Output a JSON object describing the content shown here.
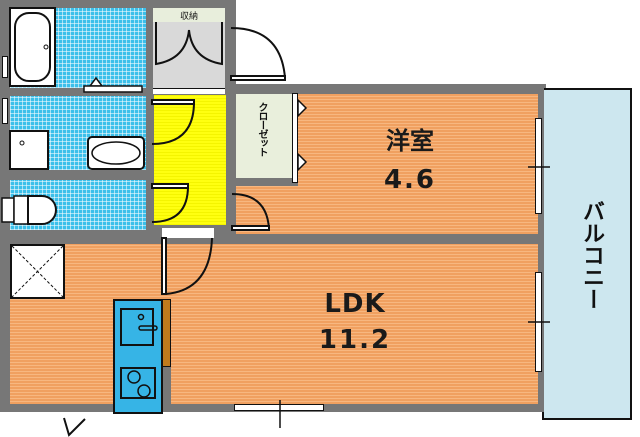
{
  "floorplan": {
    "rooms": {
      "western_room": {
        "name": "洋室",
        "size": "4.6"
      },
      "ldk": {
        "name": "LDK",
        "size": "11.2"
      },
      "balcony": {
        "name": "バルコニー"
      },
      "closet": {
        "name": "クローゼット"
      },
      "storage": {
        "name": "収納"
      }
    },
    "colors": {
      "wall": "#777777",
      "wood_floor": "#f2a66a",
      "tile_floor": "#3cc0ea",
      "hallway": "#ffff00",
      "balcony": "#cde7ef",
      "storage": "#d9d9d9",
      "closet": "#e9efdc",
      "kitchen": "#36b4e6",
      "kitchen_board": "#c07a1c"
    },
    "fixtures": [
      "bathtub-icon",
      "washbasin-icon",
      "washing-machine-pan-icon",
      "toilet-icon",
      "refrigerator-space-icon",
      "kitchen-sink-icon",
      "stove-icon"
    ]
  }
}
